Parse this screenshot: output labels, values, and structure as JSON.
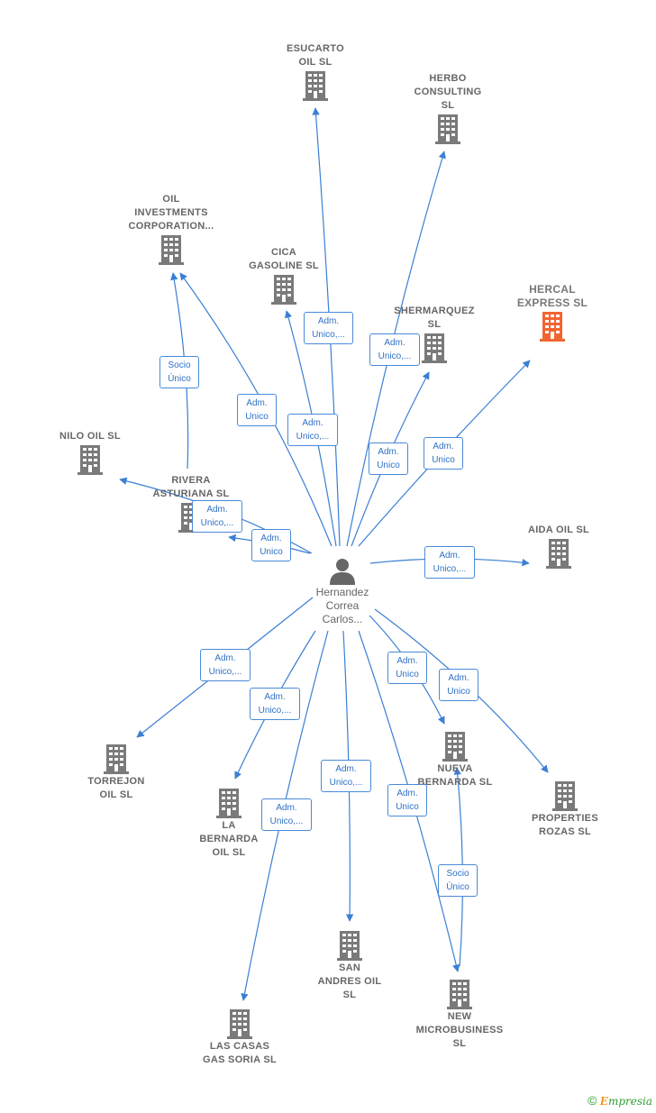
{
  "colors": {
    "edge": "#3b7fd4",
    "building": "#7a7a7a",
    "highlight": "#f26531",
    "person": "#666666"
  },
  "center": {
    "name": "Hernandez\nCorrea\nCarlos...",
    "icon": "person-icon"
  },
  "nodes": [
    {
      "id": "esucarto",
      "label": "ESUCARTO\nOIL  SL"
    },
    {
      "id": "herbo",
      "label": "HERBO\nCONSULTING\nSL"
    },
    {
      "id": "oil-investments",
      "label": "OIL\nINVESTMENTS\nCORPORATION..."
    },
    {
      "id": "cica",
      "label": "CICA\nGASOLINE  SL"
    },
    {
      "id": "shermarquez",
      "label": "SHERMARQUEZ\nSL"
    },
    {
      "id": "hercal",
      "label": "HERCAL\nEXPRESS  SL",
      "highlight": true
    },
    {
      "id": "nilo",
      "label": "NILO OIL  SL"
    },
    {
      "id": "rivera",
      "label": "RIVERA\nASTURIANA  SL"
    },
    {
      "id": "aida",
      "label": "AIDA OIL  SL"
    },
    {
      "id": "torrejon",
      "label": "TORREJON\nOIL  SL"
    },
    {
      "id": "la-bernarda",
      "label": "LA\nBERNARDA\nOIL  SL"
    },
    {
      "id": "nueva-bernarda",
      "label": "NUEVA\nBERNARDA  SL"
    },
    {
      "id": "properties",
      "label": "PROPERTIES\nROZAS  SL"
    },
    {
      "id": "san-andres",
      "label": "SAN\nANDRES OIL\nSL"
    },
    {
      "id": "new-micro",
      "label": "NEW\nMICROBUSINESS\nSL"
    },
    {
      "id": "las-casas",
      "label": "LAS CASAS\nGAS SORIA  SL"
    }
  ],
  "edge_labels": [
    {
      "id": "esucarto",
      "text": "Adm.\nUnico,..."
    },
    {
      "id": "herbo",
      "text": "Adm.\nUnico,..."
    },
    {
      "id": "oil-inv-person",
      "text": "Adm.\nUnico"
    },
    {
      "id": "oil-inv-rivera",
      "text": "Socio\nÚnico"
    },
    {
      "id": "cica",
      "text": "Adm.\nUnico,..."
    },
    {
      "id": "shermarquez",
      "text": "Adm.\nUnico"
    },
    {
      "id": "hercal",
      "text": "Adm.\nUnico"
    },
    {
      "id": "nilo",
      "text": "Adm.\nUnico,..."
    },
    {
      "id": "rivera",
      "text": "Adm.\nUnico"
    },
    {
      "id": "aida",
      "text": "Adm.\nUnico,..."
    },
    {
      "id": "torrejon",
      "text": "Adm.\nUnico,..."
    },
    {
      "id": "la-bernarda",
      "text": "Adm.\nUnico,..."
    },
    {
      "id": "nueva-bernarda",
      "text": "Adm.\nUnico"
    },
    {
      "id": "properties",
      "text": "Adm.\nUnico"
    },
    {
      "id": "san-andres",
      "text": "Adm.\nUnico,..."
    },
    {
      "id": "new-micro",
      "text": "Adm.\nUnico"
    },
    {
      "id": "las-casas",
      "text": "Adm.\nUnico,..."
    },
    {
      "id": "nueva-newmicro",
      "text": "Socio\nÚnico"
    }
  ],
  "footer": {
    "copyright": "©",
    "brand_e": "E",
    "brand_rest": "mpresia"
  }
}
